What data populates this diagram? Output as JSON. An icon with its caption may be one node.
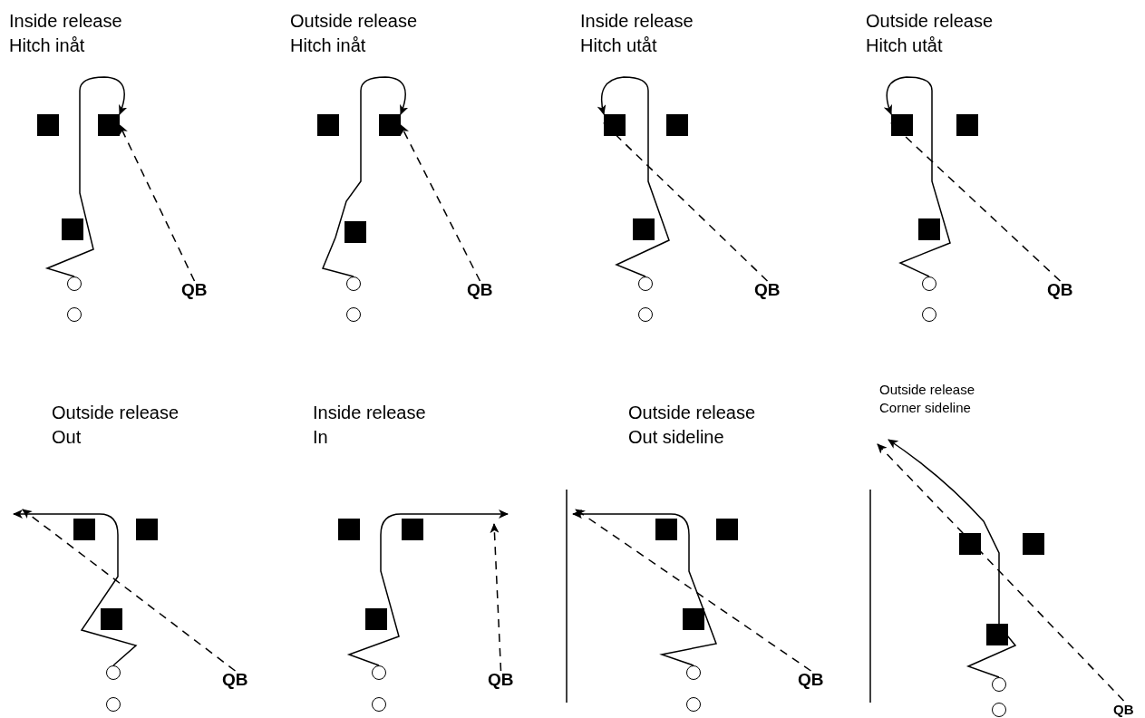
{
  "diagram": {
    "nodes": [
      {
        "text": [],
        "shape": "box"
      },
      {
        "text": [],
        "shape": "box"
      },
      {
        "text": [],
        "shape": "box"
      },
      {
        "text": [],
        "shape": "circle"
      },
      {
        "text": [],
        "shape": "circle"
      },
      {
        "text": [
          "QB"
        ]
      },
      {
        "text": [],
        "shape": "box"
      },
      {
        "text": [],
        "shape": "box"
      },
      {
        "text": [],
        "shape": "box"
      },
      {
        "text": [],
        "shape": "circle"
      },
      {
        "text": [],
        "shape": "circle"
      },
      {
        "text": [
          "QB"
        ]
      },
      {
        "text": [],
        "shape": "box"
      },
      {
        "text": [],
        "shape": "box"
      },
      {
        "text": [],
        "shape": "box"
      },
      {
        "text": [],
        "shape": "circle"
      },
      {
        "text": [],
        "shape": "circle"
      },
      {
        "text": [
          "QB"
        ]
      },
      {
        "text": [],
        "shape": "box"
      },
      {
        "text": [],
        "shape": "box"
      },
      {
        "text": [],
        "shape": "box"
      },
      {
        "text": [],
        "shape": "circle"
      },
      {
        "text": [],
        "shape": "circle"
      },
      {
        "text": [
          "QB"
        ]
      },
      {
        "text": [],
        "shape": "box"
      },
      {
        "text": [],
        "shape": "box"
      },
      {
        "text": [],
        "shape": "box"
      },
      {
        "text": [],
        "shape": "circle"
      },
      {
        "text": [],
        "shape": "circle"
      },
      {
        "text": [
          "QB"
        ]
      },
      {
        "text": [],
        "shape": "box"
      },
      {
        "text": [],
        "shape": "box"
      },
      {
        "text": [],
        "shape": "box"
      },
      {
        "text": [],
        "shape": "circle"
      },
      {
        "text": [],
        "shape": "circle"
      },
      {
        "text": [
          "QB"
        ]
      },
      {
        "text": [],
        "shape": "box"
      },
      {
        "text": [],
        "shape": "box"
      },
      {
        "text": [],
        "shape": "box"
      },
      {
        "text": [],
        "shape": "circle"
      },
      {
        "text": [],
        "shape": "circle"
      },
      {
        "text": [
          "QB"
        ]
      },
      {
        "text": [],
        "shape": "box"
      },
      {
        "text": [],
        "shape": "box"
      },
      {
        "text": [],
        "shape": "box"
      },
      {
        "text": [],
        "shape": "circle"
      },
      {
        "text": [],
        "shape": "circle"
      },
      {
        "text": [
          "QB"
        ]
      }
    ],
    "edges": [
      {
        "from": 3,
        "to": 1,
        "arrow": "to"
      },
      {
        "from": 5,
        "to": 1,
        "arrow": "to",
        "style": "dashed"
      },
      {
        "from": 9,
        "to": 7,
        "arrow": "to"
      },
      {
        "from": 11,
        "to": 7,
        "arrow": "to",
        "style": "dashed"
      },
      {
        "from": 15,
        "to": 12,
        "arrow": "to"
      },
      {
        "from": 17,
        "to": 12,
        "arrow": "to",
        "style": "dashed"
      },
      {
        "from": 21,
        "to": 18,
        "arrow": "to"
      },
      {
        "from": 23,
        "to": 18,
        "arrow": "to",
        "style": "dashed"
      },
      {
        "from": 27,
        "to": null,
        "arrow": "to"
      },
      {
        "from": 29,
        "to": null,
        "arrow": "to",
        "style": "dashed"
      },
      {
        "from": 33,
        "to": null,
        "arrow": "to"
      },
      {
        "from": 35,
        "to": null,
        "arrow": "to",
        "style": "dashed"
      },
      {
        "from": 39,
        "to": null,
        "arrow": "to"
      },
      {
        "from": 41,
        "to": null,
        "arrow": "to",
        "style": "dashed"
      },
      {
        "from": 45,
        "to": null,
        "arrow": "to"
      },
      {
        "from": 47,
        "to": null,
        "arrow": "to",
        "style": "dashed"
      }
    ],
    "labels": [
      "Inside release",
      "Hitch inåt",
      "Outside release",
      "Hitch inåt",
      "Inside release",
      "Hitch utåt",
      "Outside release",
      "Hitch utåt",
      "Outside release",
      "Out",
      "Inside release",
      "In",
      "Outside release",
      "Out sideline",
      "Outside release",
      "Corner sideline"
    ]
  }
}
